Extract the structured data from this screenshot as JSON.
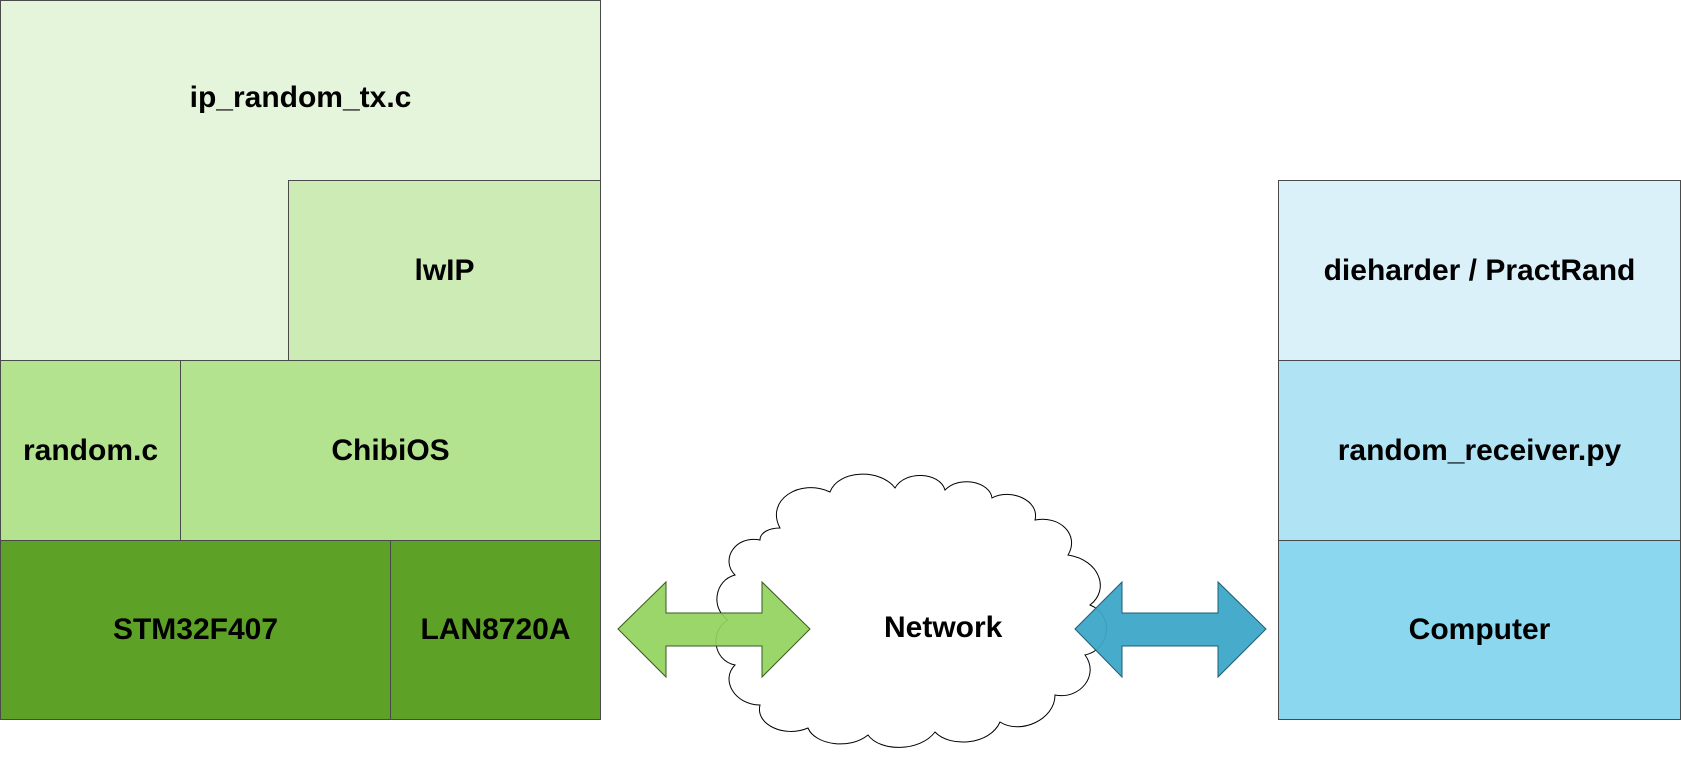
{
  "left_stack": {
    "app": "ip_random_tx.c",
    "lwip": "lwIP",
    "random": "random.c",
    "os": "ChibiOS",
    "mcu": "STM32F407",
    "phy": "LAN8720A"
  },
  "network": {
    "label": "Network"
  },
  "right_stack": {
    "tests": "dieharder / PractRand",
    "receiver": "random_receiver.py",
    "computer": "Computer"
  },
  "colors": {
    "app": "#e5f5dc",
    "lwip": "#cdebb4",
    "random": "#b3e38e",
    "os": "#b3e38e",
    "hardware": "#5ea127",
    "green_arrow": "#92d35d",
    "tests": "#dbf1fa",
    "receiver": "#b0e3f3",
    "computer": "#8ad7ef",
    "blue_arrow": "#3da7c8"
  }
}
